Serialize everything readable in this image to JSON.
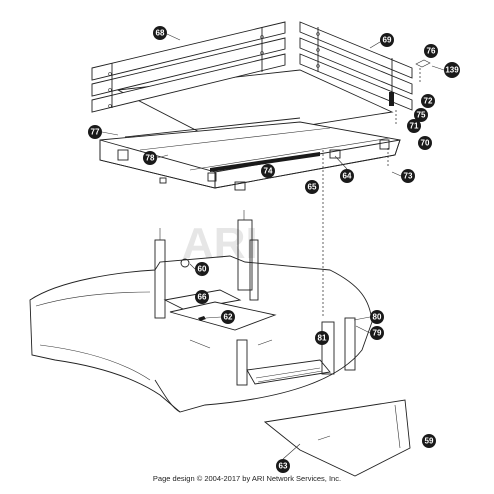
{
  "watermark": "ARI",
  "footer": "Page design © 2004-2017 by ARI Network Services, Inc.",
  "callouts": [
    "68",
    "69",
    "76",
    "139",
    "72",
    "75",
    "71",
    "70",
    "77",
    "78",
    "74",
    "64",
    "73",
    "65",
    "60",
    "66",
    "62",
    "80",
    "79",
    "81",
    "59",
    "63"
  ]
}
